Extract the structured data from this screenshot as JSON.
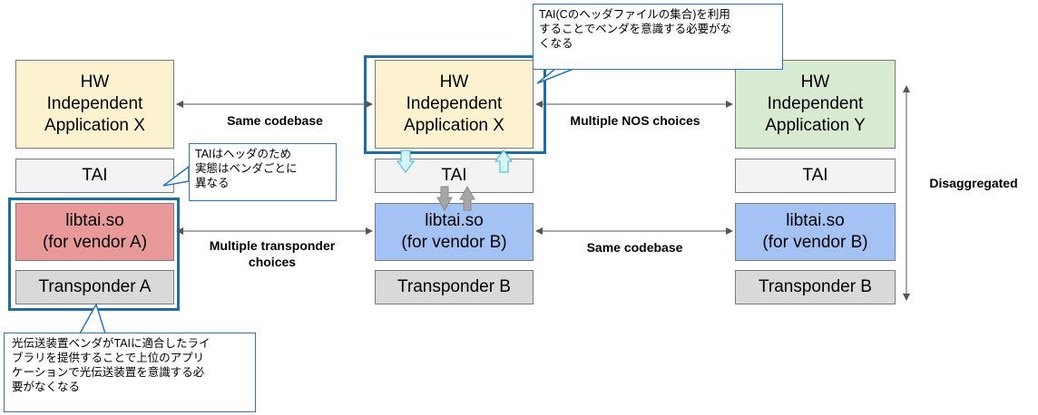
{
  "columns": [
    {
      "app": "HW\nIndependent\nApplication X",
      "tai": "TAI",
      "lib": "libtai.so\n(for vendor A)",
      "transponder": "Transponder A"
    },
    {
      "app": "HW\nIndependent\nApplication X",
      "tai": "TAI",
      "lib": "libtai.so\n(for vendor B)",
      "transponder": "Transponder B"
    },
    {
      "app": "HW\nIndependent\nApplication Y",
      "tai": "TAI",
      "lib": "libtai.so\n(for vendor B)",
      "transponder": "Transponder B"
    }
  ],
  "labels": {
    "same_codebase_top": "Same codebase",
    "multiple_nos": "Multiple NOS choices",
    "multiple_transponder": "Multiple transponder\nchoices",
    "same_codebase_bottom": "Same codebase",
    "disaggregated": "Disaggregated"
  },
  "callouts": {
    "top": "TAI(Cのヘッダファイルの集合)を利用\nすることでベンダを意識する必要がな\nくなる",
    "middle": "TAIはヘッダのため\n実態はベンダごとに\n異なる",
    "bottom": "光伝送装置ベンダがTAIに適合したライ\nブラリを提供することで上位のアプリ\nケーションで光伝送装置を意識する必\n要がなくなる"
  }
}
